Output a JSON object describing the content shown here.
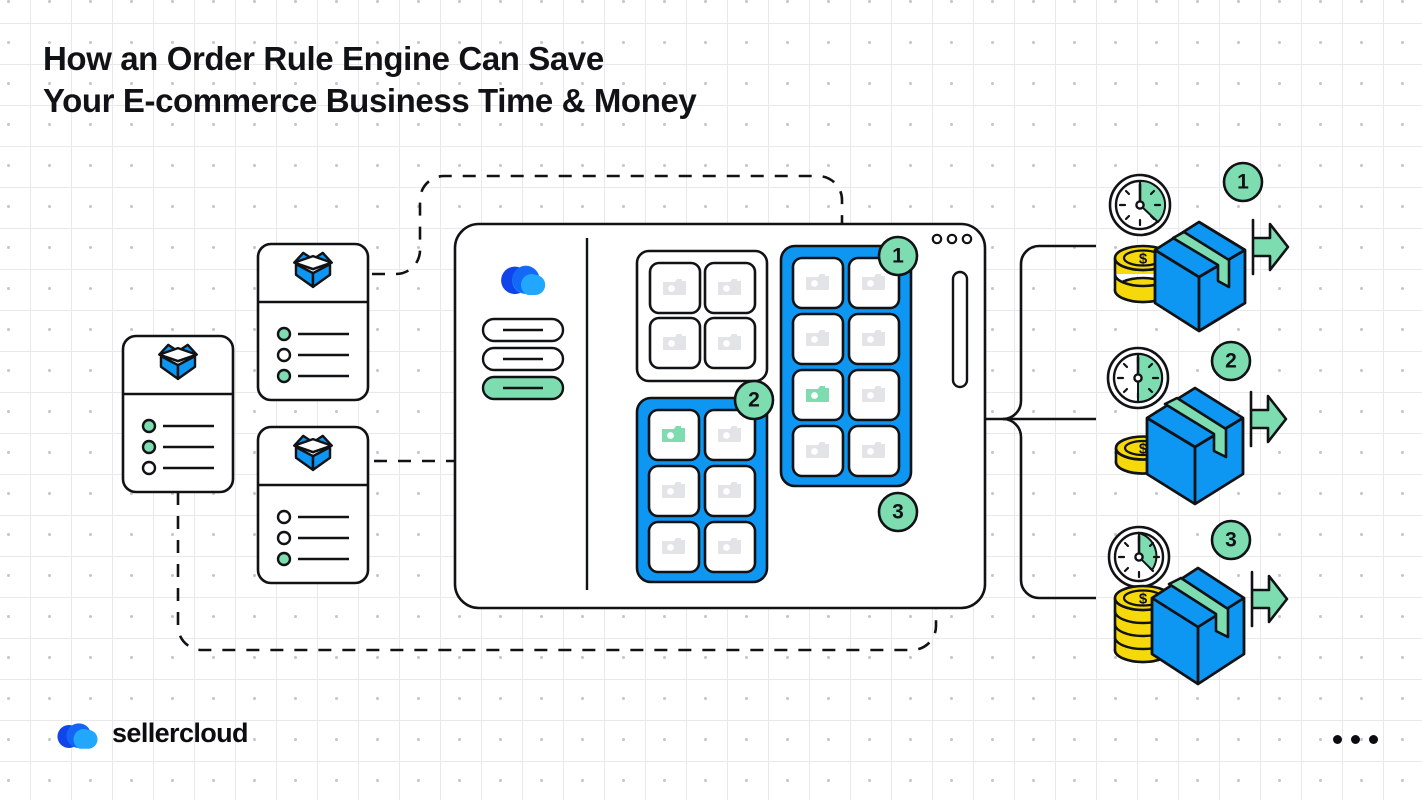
{
  "page": {
    "title_line1": "How an Order Rule Engine Can Save",
    "title_line2": "Your E-commerce Business Time & Money",
    "title": "How an Order Rule Engine Can Save\nYour E-commerce Business Time & Money"
  },
  "brand": {
    "name": "sellercloud",
    "logo_icon": "cloud-icon",
    "color_primary": "#1464f6",
    "color_secondary": "#2196f3"
  },
  "colors": {
    "blue": "#0d96f2",
    "blue_dark": "#0b7fd1",
    "green": "#7ddcb0",
    "gold": "#f5d90a",
    "ink": "#111216",
    "grid_line": "#e9e9ec",
    "grid_dot": "#c6c6cc",
    "placeholder": "#e3e4e7"
  },
  "order_cards": [
    {
      "id": "order-card-left",
      "icon": "open-box-icon",
      "bullets": [
        {
          "state": "filled"
        },
        {
          "state": "filled"
        },
        {
          "state": "empty"
        }
      ]
    },
    {
      "id": "order-card-top",
      "icon": "open-box-icon",
      "bullets": [
        {
          "state": "filled"
        },
        {
          "state": "empty"
        },
        {
          "state": "filled"
        }
      ]
    },
    {
      "id": "order-card-bottom",
      "icon": "open-box-icon",
      "bullets": [
        {
          "state": "empty"
        },
        {
          "state": "empty"
        },
        {
          "state": "filled"
        }
      ]
    }
  ],
  "device": {
    "name": "rule-engine-dashboard",
    "window_dots": 3,
    "sidebar": {
      "logo_icon": "cloud-icon",
      "menu_items": [
        {
          "label": "",
          "active": false
        },
        {
          "label": "",
          "active": false
        },
        {
          "label": "",
          "active": true
        }
      ]
    },
    "scrollbar": {
      "visible": true
    },
    "groups": [
      {
        "name": "product-group-unselected",
        "selected": false,
        "badge": null,
        "columns": 2,
        "rows": 2,
        "highlighted_cells": []
      },
      {
        "name": "product-group-1",
        "selected": true,
        "badge": "1",
        "columns": 2,
        "rows": 4,
        "highlighted_cells": [
          4
        ]
      },
      {
        "name": "product-group-2",
        "selected": true,
        "badge": "2",
        "columns": 2,
        "rows": 3,
        "highlighted_cells": [
          0
        ]
      },
      {
        "name": "product-group-3",
        "selected": true,
        "badge": "3",
        "columns": 2,
        "rows": 3,
        "highlighted_cells": [
          1
        ]
      },
      {
        "name": "product-group-bottom",
        "selected": false,
        "badge": null,
        "columns": 2,
        "rows": 1,
        "highlighted_cells": []
      }
    ]
  },
  "results": [
    {
      "badge": "1",
      "clock_icon": "clock-icon",
      "clock_fill_percent": 30,
      "coins": 3,
      "coin_symbol": "$",
      "package_icon": "package-box-icon",
      "arrow_icon": "arrow-right-icon"
    },
    {
      "badge": "2",
      "clock_icon": "clock-icon",
      "clock_fill_percent": 50,
      "coins": 2,
      "coin_symbol": "$",
      "package_icon": "package-box-icon",
      "arrow_icon": "arrow-right-icon"
    },
    {
      "badge": "3",
      "clock_icon": "clock-icon",
      "clock_fill_percent": 15,
      "coins": 5,
      "coin_symbol": "$",
      "package_icon": "package-box-icon",
      "arrow_icon": "arrow-right-icon"
    }
  ],
  "footer": {
    "kebab_icon": "more-dots-icon",
    "dots": 3
  }
}
